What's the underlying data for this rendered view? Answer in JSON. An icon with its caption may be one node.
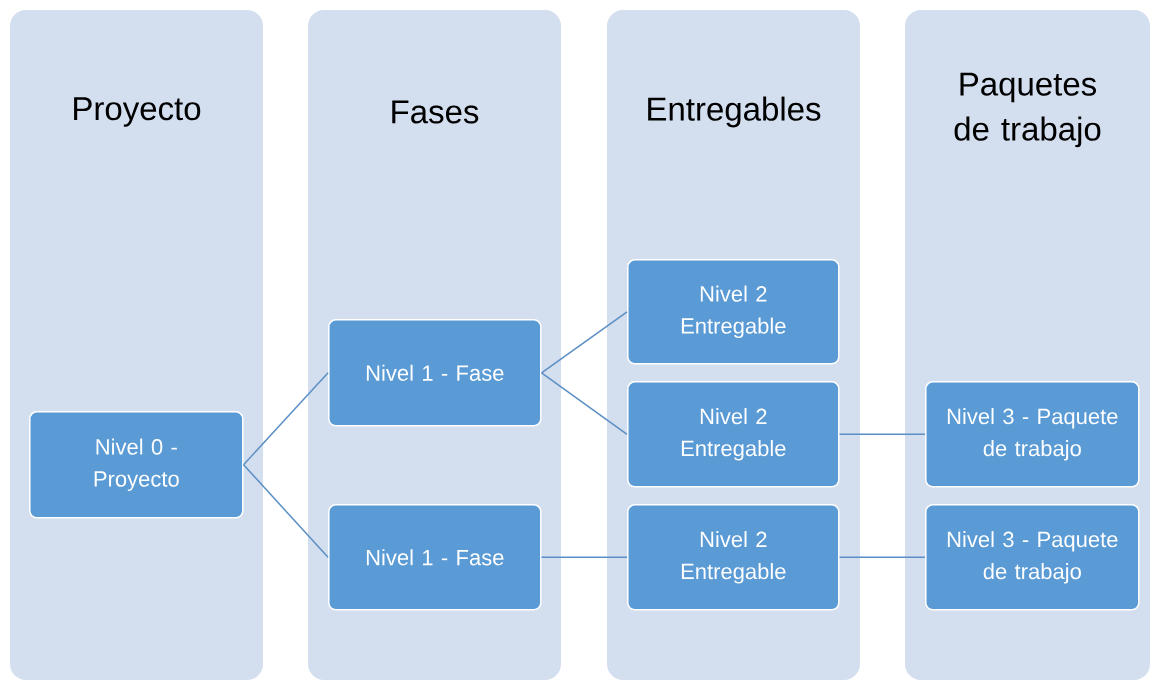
{
  "diagram": {
    "nodes": [
      {
        "text": [
          "Proyecto"
        ]
      },
      {
        "text": [
          "Fases"
        ]
      },
      {
        "text": [
          "Entregables"
        ]
      },
      {
        "text": [
          "Paquetes de trabajo"
        ]
      },
      {
        "text": [
          "Nivel 0 - Proyecto"
        ],
        "in": 0
      },
      {
        "text": [
          "Nivel 1 - Fase"
        ],
        "in": 1
      },
      {
        "text": [
          "Nivel 1 - Fase"
        ],
        "in": 1
      },
      {
        "text": [
          "Nivel 2 Entregable"
        ],
        "in": 2
      },
      {
        "text": [
          "Nivel 2 Entregable"
        ],
        "in": 2
      },
      {
        "text": [
          "Nivel 2 Entregable"
        ],
        "in": 2
      },
      {
        "text": [
          "Nivel 3 - Paquete de trabajo"
        ],
        "in": 3
      },
      {
        "text": [
          "Nivel 3 - Paquete de trabajo"
        ],
        "in": 3
      }
    ],
    "edges": [
      {
        "from": 4,
        "to": 5,
        "arrow": "none"
      },
      {
        "from": 4,
        "to": 6,
        "arrow": "none"
      },
      {
        "from": 5,
        "to": 7,
        "arrow": "none"
      },
      {
        "from": 5,
        "to": 8,
        "arrow": "none"
      },
      {
        "from": 6,
        "to": 9,
        "arrow": "none"
      },
      {
        "from": 8,
        "to": 10,
        "arrow": "none"
      },
      {
        "from": 9,
        "to": 11,
        "arrow": "none"
      }
    ]
  }
}
